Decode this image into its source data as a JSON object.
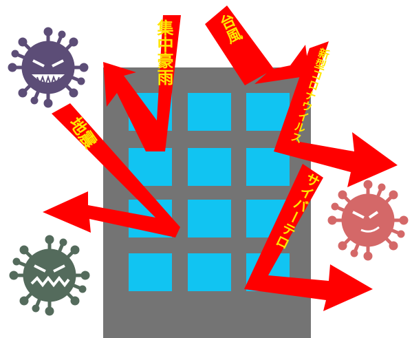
{
  "labels": {
    "earthquake": "地震",
    "heavy_rain": "集中豪雨",
    "typhoon": "台風",
    "covid": "新型コロナウイルス",
    "cyber": "サイバーテロ"
  },
  "colors": {
    "background": "#ffffff",
    "building": "#747474",
    "window": "#11c4f2",
    "arrow": "#ff0000",
    "arrow_text": "#ffe600",
    "virus_purple": "#5c4d77",
    "virus_pink": "#d46868",
    "virus_green": "#546b5c"
  },
  "icons": [
    "virus-purple-icon",
    "virus-pink-icon",
    "virus-green-icon",
    "building-icon"
  ]
}
